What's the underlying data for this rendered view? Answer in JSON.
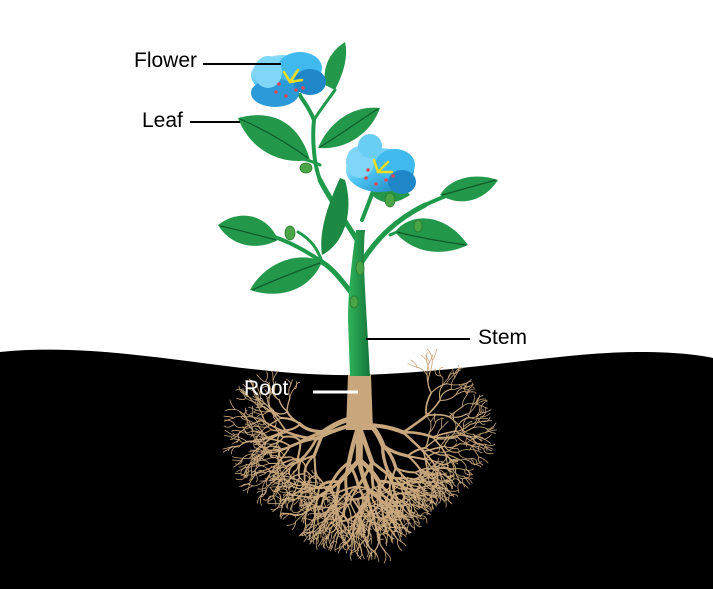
{
  "labels": {
    "flower": "Flower",
    "leaf": "Leaf",
    "stem": "Stem",
    "root": "Root"
  },
  "colors": {
    "soil": "#000000",
    "stem": "#1e9a4a",
    "leaf": "#23984a",
    "leaf_dark": "#136b32",
    "petal": "#35b6ef",
    "petal_light": "#aee7fb",
    "root": "#c9a77c",
    "pistil": "#f5dd1a",
    "stamen": "#e0475a"
  }
}
